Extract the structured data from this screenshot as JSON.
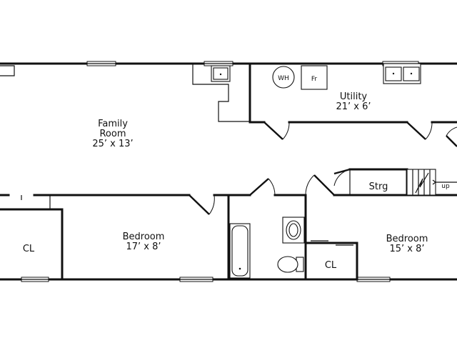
{
  "rooms": {
    "family": {
      "name": "Family",
      "name2": "Room",
      "size": "25’ x 13’"
    },
    "utility": {
      "name": "Utility",
      "size": "21’ x 6’"
    },
    "bedroom_left": {
      "name": "Bedroom",
      "size": "17’ x 8’"
    },
    "bedroom_right": {
      "name": "Bedroom",
      "size": "15’ x 8’"
    },
    "closet_left": {
      "name": "CL"
    },
    "closet_right": {
      "name": "CL"
    },
    "storage": {
      "name": "Strg"
    }
  },
  "fixtures": {
    "water_heater": "WH",
    "furnace": "Fr",
    "stair_label": "up"
  }
}
